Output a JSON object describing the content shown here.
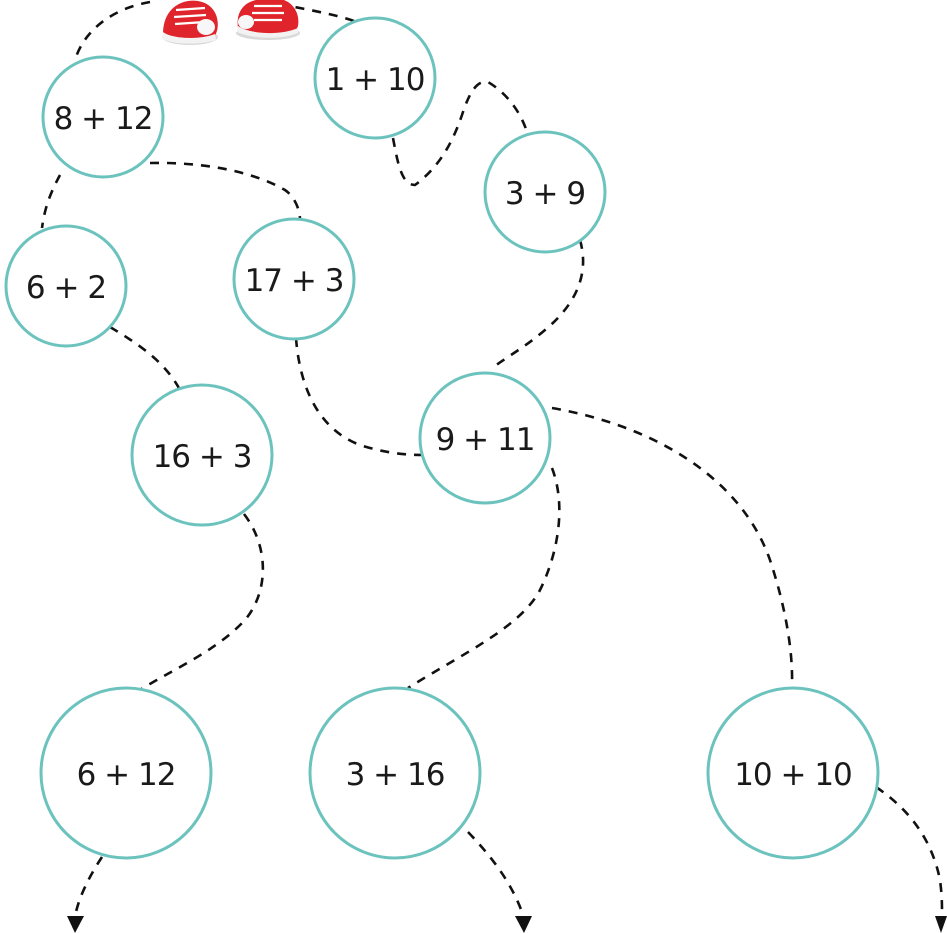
{
  "puzzle": {
    "start_icon": "red-sneakers-icon",
    "nodes": [
      {
        "id": "n-8-12",
        "label": "8 + 12"
      },
      {
        "id": "n-1-10",
        "label": "1 + 10"
      },
      {
        "id": "n-3-9",
        "label": "3 + 9"
      },
      {
        "id": "n-6-2",
        "label": "6 + 2"
      },
      {
        "id": "n-17-3",
        "label": "17 + 3"
      },
      {
        "id": "n-16-3",
        "label": "16 + 3"
      },
      {
        "id": "n-9-11",
        "label": "9 + 11"
      },
      {
        "id": "n-6-12",
        "label": "6 + 12"
      },
      {
        "id": "n-3-16",
        "label": "3 + 16"
      },
      {
        "id": "n-10-10",
        "label": "10 + 10"
      }
    ],
    "colors": {
      "node_outline": "#6cc3be",
      "path": "#111111",
      "sneaker": "#e0242b"
    }
  }
}
